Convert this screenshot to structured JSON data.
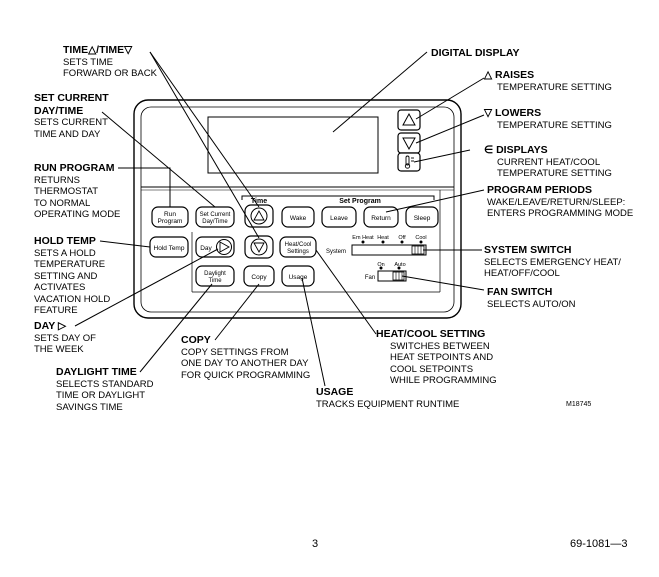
{
  "labels": {
    "time": {
      "title": "TIME",
      "sep": "/TIME",
      "desc": [
        "SETS TIME",
        "FORWARD OR BACK"
      ]
    },
    "set_day_time": {
      "title": [
        "SET CURRENT",
        "DAY/TIME"
      ],
      "desc": [
        "SETS CURRENT",
        "TIME AND DAY"
      ]
    },
    "run_program": {
      "title": "RUN PROGRAM",
      "desc": [
        "RETURNS",
        "THERMOSTAT",
        "TO NORMAL",
        "OPERATING MODE"
      ]
    },
    "hold_temp": {
      "title": "HOLD TEMP",
      "desc": [
        "SETS A HOLD",
        "TEMPERATURE",
        "SETTING AND",
        "ACTIVATES",
        "VACATION HOLD",
        "FEATURE"
      ]
    },
    "day": {
      "title": "DAY",
      "desc": [
        "SETS DAY OF",
        "THE WEEK"
      ]
    },
    "daylight_time": {
      "title": "DAYLIGHT TIME",
      "desc": [
        "SELECTS STANDARD",
        "TIME OR DAYLIGHT",
        "SAVINGS TIME"
      ]
    },
    "copy": {
      "title": "COPY",
      "desc": [
        "COPY SETTINGS FROM",
        "ONE DAY TO ANOTHER DAY",
        "FOR QUICK PROGRAMMING"
      ]
    },
    "usage": {
      "title": "USAGE",
      "desc": [
        "TRACKS EQUIPMENT RUNTIME"
      ]
    },
    "heat_cool_setting": {
      "title": "HEAT/COOL SETTING",
      "desc": [
        "SWITCHES BETWEEN",
        "HEAT SETPOINTS AND",
        "COOL SETPOINTS",
        "WHILE PROGRAMMING"
      ]
    },
    "digital_display": {
      "title": "DIGITAL DISPLAY"
    },
    "raises": {
      "title": "RAISES",
      "desc": [
        "TEMPERATURE SETTING"
      ]
    },
    "lowers": {
      "title": "LOWERS",
      "desc": [
        "TEMPERATURE SETTING"
      ]
    },
    "displays": {
      "title": "DISPLAYS",
      "desc": [
        "CURRENT HEAT/COOL",
        "TEMPERATURE SETTING"
      ]
    },
    "program_periods": {
      "title": "PROGRAM PERIODS",
      "desc": [
        "WAKE/LEAVE/RETURN/SLEEP:",
        "ENTERS PROGRAMMING MODE"
      ]
    },
    "system_switch": {
      "title": "SYSTEM SWITCH",
      "desc": [
        "SELECTS EMERGENCY HEAT/",
        "HEAT/OFF/COOL"
      ]
    },
    "fan_switch": {
      "title": "FAN SWITCH",
      "desc": [
        "SELECTS AUTO/ON"
      ]
    }
  },
  "device": {
    "buttons": {
      "run_program": [
        "Run",
        "Program"
      ],
      "set_current": [
        "Set Current",
        "Day/Time"
      ],
      "wake": "Wake",
      "leave": "Leave",
      "return": "Return",
      "sleep": "Sleep",
      "hold_temp": "Hold Temp",
      "day": "Day",
      "heat_cool": [
        "Heat/Cool",
        "Settings"
      ],
      "daylight": [
        "Daylight",
        "Time"
      ],
      "copy": "Copy",
      "usage": "Usage"
    },
    "group_labels": {
      "time": "Time",
      "set_program": "Set Program"
    },
    "system": {
      "label": "System",
      "positions": [
        "Em Heat",
        "Heat",
        "Off",
        "Cool"
      ]
    },
    "fan": {
      "label": "Fan",
      "positions": [
        "On",
        "Auto"
      ]
    }
  },
  "figure_number": "M18745",
  "footer": {
    "page": "3",
    "doc": "69-1081—3"
  }
}
